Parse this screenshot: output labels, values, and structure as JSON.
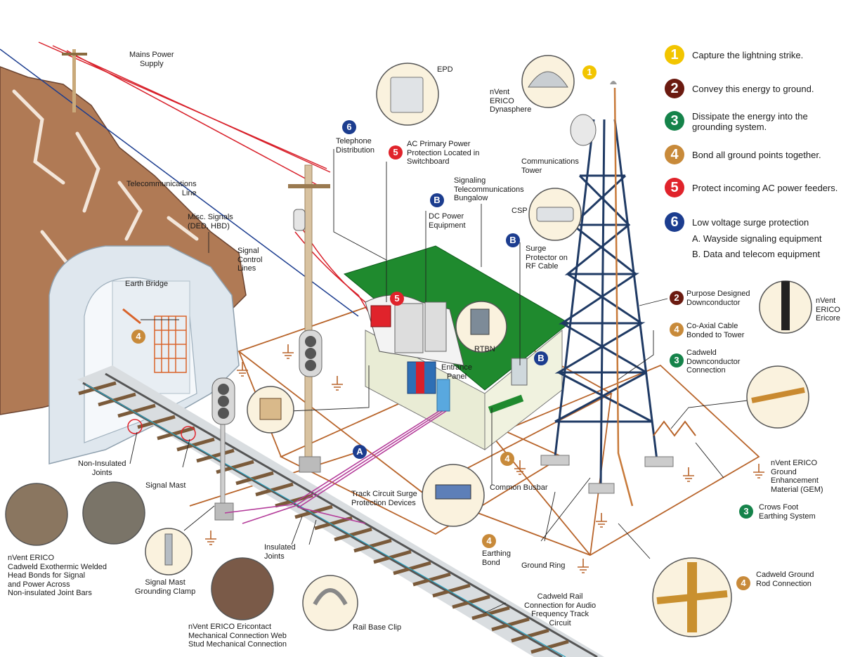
{
  "colors": {
    "yellow": "#f2c500",
    "maroon": "#6b1a10",
    "green": "#15834a",
    "orange": "#c88a3a",
    "red": "#e0232b",
    "navy": "#1c3d8f",
    "ground_wire": "#b8642a",
    "roof": "#1f8a2e",
    "tower": "#1f3a64"
  },
  "legend": {
    "items": [
      {
        "num": "1",
        "text": "Capture the lightning strike."
      },
      {
        "num": "2",
        "text": "Convey this energy to ground."
      },
      {
        "num": "3",
        "text": "Dissipate the energy into the\ngrounding system."
      },
      {
        "num": "4",
        "text": "Bond all ground points together."
      },
      {
        "num": "5",
        "text": "Protect incoming AC power feeders."
      },
      {
        "num": "6",
        "text": "Low voltage surge protection"
      }
    ],
    "sub_a": "A. Wayside signaling equipment",
    "sub_b": "B. Data and telecom equipment"
  },
  "labels": {
    "mains_power": "Mains Power\nSupply",
    "epd": "EPD",
    "dynasphere": "nVent\nERICO\nDynasphere",
    "telephone_distribution": "Telephone\nDistribution",
    "ac_primary": "AC Primary Power\nProtection Located in\nSwitchboard",
    "bungalow": "Signaling\nTelecommunications\nBungalow",
    "communications_tower": "Communications\nTower",
    "telecom_line": "Telecommunications\nLine",
    "misc_signals": "Misc. Signals\n(DED, HBD)",
    "signal_control": "Signal\nControl\nLines",
    "dc_power": "DC Power\nEquipment",
    "csp": "CSP",
    "surge_protector_rf": "Surge\nProtector on\nRF Cable",
    "earth_bridge": "Earth Bridge",
    "rtbn": "RTBN",
    "entrance_panel": "Entrance\nPanel",
    "purpose_downconductor": "Purpose Designed\nDownconductor",
    "ericore": "nVent\nERICO\nEricore",
    "coax_bonded": "Co-Axial Cable\nBonded to Tower",
    "cadweld_downconductor": "Cadweld\nDownconductor\nConnection",
    "non_insulated_joints": "Non-Insulated\nJoints",
    "signal_mast": "Signal Mast",
    "track_circuit": "Track Circuit Surge\nProtection Devices",
    "common_busbar": "Common Busbar",
    "gem": "nVent ERICO\nGround\nEnhancement\nMaterial (GEM)",
    "crows_foot": "Crows Foot\nEarthing System",
    "exothermic": "nVent ERICO\nCadweld Exothermic Welded\nHead Bonds for Signal\nand Power Across\nNon-insulated Joint Bars",
    "insulated_joints": "Insulated\nJoints",
    "earthing_bond": "Earthing\nBond",
    "ground_ring": "Ground Ring",
    "cadweld_ground_rod": "Cadweld Ground\nRod Connection",
    "signal_mast_clamp": "Signal Mast\nGrounding Clamp",
    "cadweld_rail": "Cadweld Rail\nConnection for Audio\nFrequency Track\nCircuit",
    "ericontact": "nVent ERICO Ericontact\nMechanical Connection Web\nStud Mechanical Connection",
    "rail_base_clip": "Rail Base Clip"
  },
  "markers": {
    "m_tel_dist": "6",
    "m_ac_primary": "5",
    "m_bungalow_5": "5",
    "m_dc_b": "B",
    "m_surge_b": "B",
    "m_entrance_b": "B",
    "m_dyna_1": "1",
    "m_earth_4": "4",
    "m_track_a": "A",
    "m_downcond_2": "2",
    "m_coax_4": "4",
    "m_cadweld_3": "3",
    "m_gem_4": "4",
    "m_crows_3": "3",
    "m_earthing_4": "4",
    "m_rod_4": "4"
  }
}
